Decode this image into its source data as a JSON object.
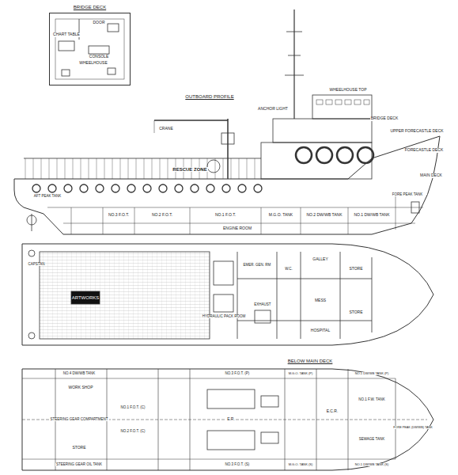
{
  "diagram": {
    "nodes": [
      {
        "text": [
          "BRIDGE DECK"
        ]
      }
    ],
    "labels": [
      "WHEELHOUSE",
      "CHART TABLE",
      "DOOR",
      "CONSOLE",
      "OUTBOARD PROFILE",
      "CRANE",
      "ANCHOR LIGHT",
      "WHEELHOUSE TOP",
      "BRIDGE DECK",
      "UPPER FORECASTLE DECK",
      "FORECASTLE DECK",
      "MAIN DECK",
      "RESCUE ZONE",
      "AFT PEAK TANK",
      "NO.3 F.O.T.",
      "NO.2 F.O.T.",
      "NO.1 F.O.T.",
      "M.G.O. TANK",
      "NO.2 DW/WB TANK",
      "NO.1 DW/WB TANK",
      "FORE PEAK TANK",
      "ENGINE ROOM",
      "ARTWORKS",
      "CAPSTAN",
      "HYDRAULIC PACK ROOM",
      "EXHAUST",
      "EMER. GEN. RM",
      "W.C.",
      "GALLEY",
      "MESS",
      "HOSPITAL",
      "STORE",
      "STORE",
      "BELOW MAIN DECK",
      "WORK SHOP",
      "STEERING GEAR COMPARTMENT",
      "STORE",
      "STEERING GEAR OIL TANK",
      "NO.4 DW/WB TANK",
      "NO.1 F.O.T. (C)",
      "NO.2 F.O.T. (C)",
      "NO.3 F.O.T. (P)",
      "NO.3 F.O.T. (S)",
      "E.R.",
      "M.G.O. TANK (P)",
      "M.G.O. TANK (S)",
      "E.C.R.",
      "NO.1 DW/WB TANK (P)",
      "NO.1 DW/WB TANK (S)",
      "NO.1 F.W. TANK",
      "SEWAGE TANK",
      "FORE PEAK (DW/WB) TANK"
    ]
  }
}
